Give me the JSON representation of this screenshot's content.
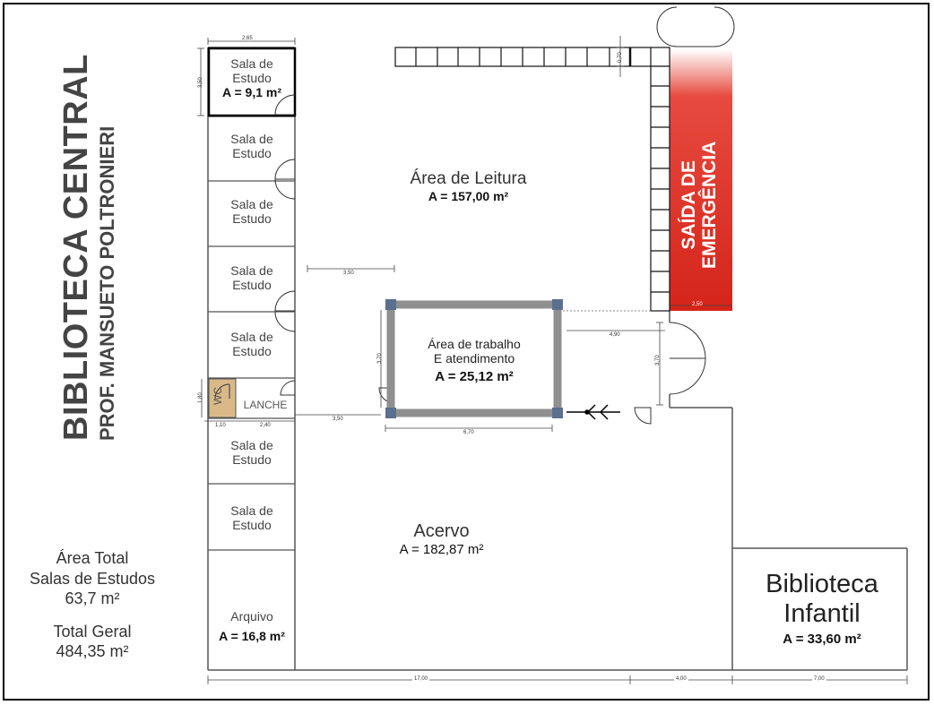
{
  "title": {
    "line1": "BIBLIOTECA CENTRAL",
    "line2": "PROF. MANSUETO POLTRONIERI"
  },
  "summary": {
    "area_label": "Área Total",
    "salas_label": "Salas de Estudos",
    "salas_value": "63,7 m²",
    "total_label": "Total Geral",
    "total_value": "484,35 m²"
  },
  "rooms": {
    "sala1": {
      "line1": "Sala de",
      "line2": "Estudo",
      "area": "A = 9,1 m²"
    },
    "sala_label1": "Sala de",
    "sala_label2": "Estudo",
    "wc": "WC",
    "lanche": "LANCHE",
    "arquivo": {
      "name": "Arquivo",
      "area": "A = 16,8 m²"
    },
    "leitura": {
      "name": "Área de Leitura",
      "area": "A = 157,00 m²"
    },
    "trabalho": {
      "line1": "Área de trabalho",
      "line2": "E atendimento",
      "area": "A = 25,12 m²"
    },
    "acervo": {
      "name": "Acervo",
      "area": "A = 182,87 m²"
    },
    "infantil": {
      "line1": "Biblioteca",
      "line2": "Infantil",
      "area": "A = 33,60 m²"
    },
    "saida": {
      "line1": "SAÍDA DE",
      "line2": "EMERGÊNCIA"
    }
  },
  "dimensions": {
    "top_sala_width": "2,65",
    "sala_height": "3,50",
    "shelf_depth": "0,70",
    "exit_width": "2,50",
    "gap_reading": "3,50",
    "gap_right": "4,90",
    "door_height": "3,70",
    "work_height": "3,70",
    "work_width": "6,70",
    "gap_lower": "3,50",
    "wc_height": "1,80",
    "wc_width": "1,10",
    "lanche_width": "2,40",
    "bottom_main": "17,00",
    "bottom_mid": "4,00",
    "bottom_right": "7,00"
  },
  "colors": {
    "exit_red_top": "#d9261c",
    "exit_red_bottom": "#e84038",
    "work_border": "#8f8f8f",
    "work_corner": "#5b6f8f",
    "wc_fill": "#d8b987"
  }
}
